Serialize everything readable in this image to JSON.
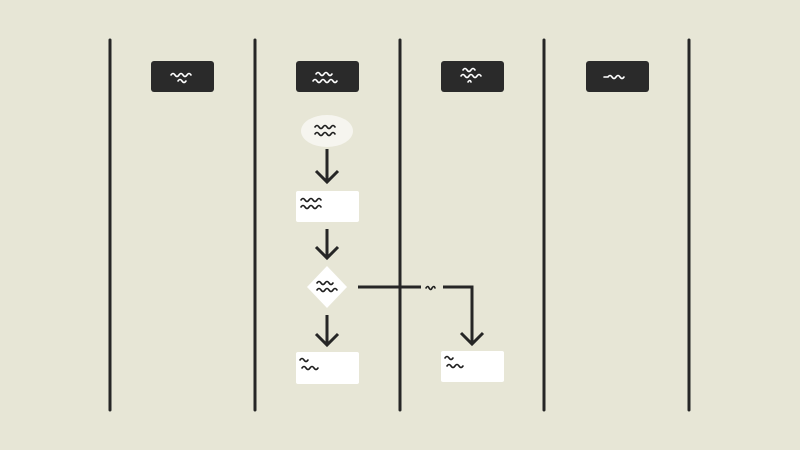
{
  "colors": {
    "background": "#e7e6d6",
    "line": "#262626",
    "header": "#2a2a2a",
    "node": "#ffffff",
    "start_node": "#f6f5ef"
  },
  "lanes": [
    {
      "header_label": ""
    },
    {
      "header_label": ""
    },
    {
      "header_label": ""
    },
    {
      "header_label": ""
    }
  ],
  "nodes": {
    "start": {
      "shape": "oval",
      "label": ""
    },
    "process": {
      "shape": "rectangle",
      "label": ""
    },
    "decision": {
      "shape": "diamond",
      "label": ""
    },
    "end_left": {
      "shape": "rectangle",
      "label": ""
    },
    "end_right": {
      "shape": "rectangle",
      "label": ""
    }
  },
  "edges": {
    "decision_branch_label": ""
  }
}
